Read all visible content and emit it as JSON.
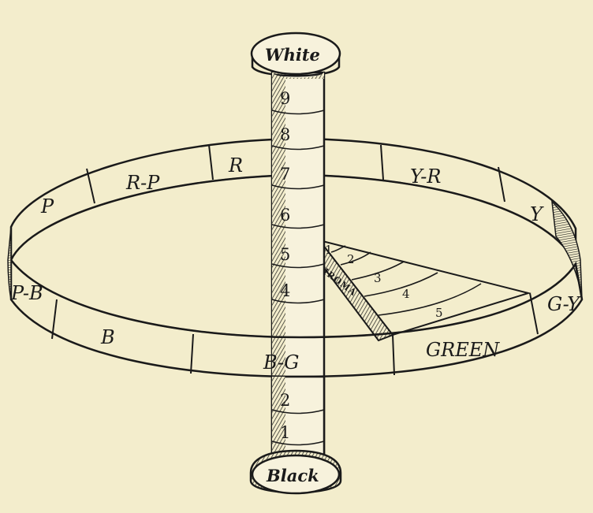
{
  "caps": {
    "top": "White",
    "bottom": "Black"
  },
  "hue_ring": {
    "back": [
      "P",
      "R-P",
      "R",
      "Y-R",
      "Y"
    ],
    "front": [
      "P-B",
      "B",
      "B-G",
      "GREEN",
      "G-Y"
    ]
  },
  "value_scale": {
    "upper": [
      "9",
      "8",
      "7",
      "6",
      "5",
      "4"
    ],
    "lower": [
      "2",
      "1"
    ]
  },
  "chroma": {
    "word": "CHROMA",
    "steps": [
      "1",
      "2",
      "3",
      "4",
      "5"
    ]
  },
  "colors": {
    "paper": "#f3edcc",
    "ink": "#1a1a1a",
    "band": "#f7f2dc"
  }
}
